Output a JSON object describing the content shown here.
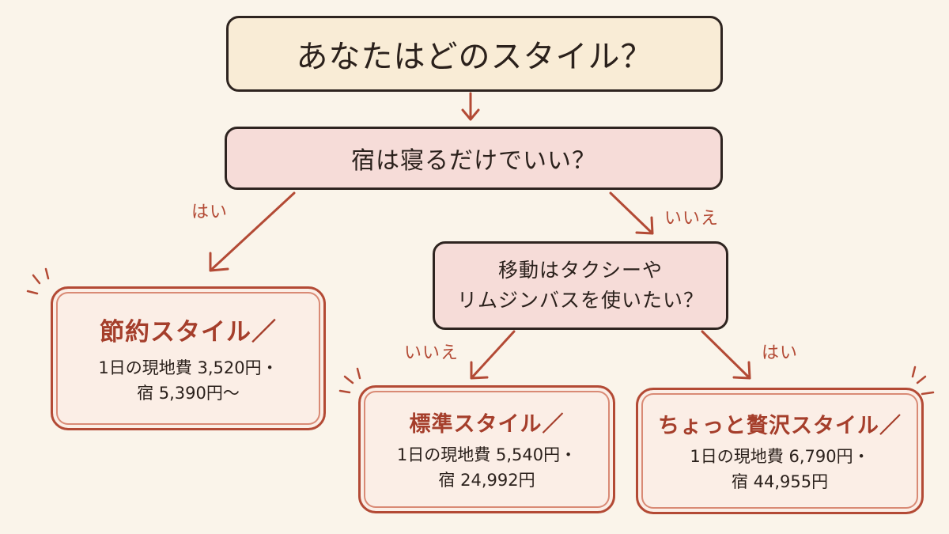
{
  "question_start": "あなたはどのスタイル？",
  "question_lodging": "宿は寝るだけでいい？",
  "question_transport": {
    "line1": "移動はタクシーや",
    "line2": "リムジンバスを使いたい？"
  },
  "branch_labels": {
    "lodging_yes": "はい",
    "lodging_no": "いいえ",
    "transport_no": "いいえ",
    "transport_yes": "はい"
  },
  "results": {
    "budget": {
      "title": "節約スタイル／",
      "line1": "1日の現地費 3,520円・",
      "line2": "宿 5,390円〜"
    },
    "standard": {
      "title": "標準スタイル／",
      "line1": "1日の現地費 5,540円・",
      "line2": "宿 24,992円"
    },
    "luxury": {
      "title": "ちょっと贅沢スタイル／",
      "line1": "1日の現地費 6,790円・",
      "line2": "宿 44,955円"
    }
  },
  "colors": {
    "background": "#faf4ea",
    "accent": "#b34a35",
    "question_fill": "#f6dcd8",
    "start_fill": "#f9ecd6",
    "result_fill": "#fbeee6"
  }
}
